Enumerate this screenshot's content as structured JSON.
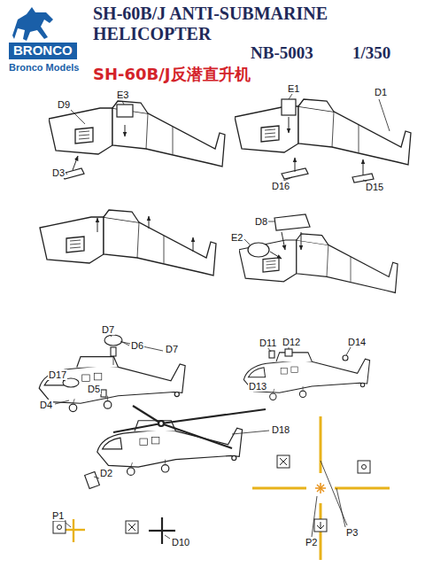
{
  "diagram": {
    "title": "SH-60B/J ANTI-SUBMARINE HELICOPTER",
    "labels": [
      "NB-5003",
      "1/350",
      "SH-60B/J反潜直升机",
      "BRONCO",
      "Bronco Models",
      "E3",
      "D9",
      "D3",
      "E1",
      "D1",
      "D16",
      "D15",
      "D8",
      "E2",
      "D7",
      "D6",
      "D7",
      "D17",
      "D5",
      "D4",
      "D11",
      "D12",
      "D14",
      "D13",
      "D18",
      "D2",
      "D10",
      "P1",
      "P2",
      "P3"
    ]
  }
}
